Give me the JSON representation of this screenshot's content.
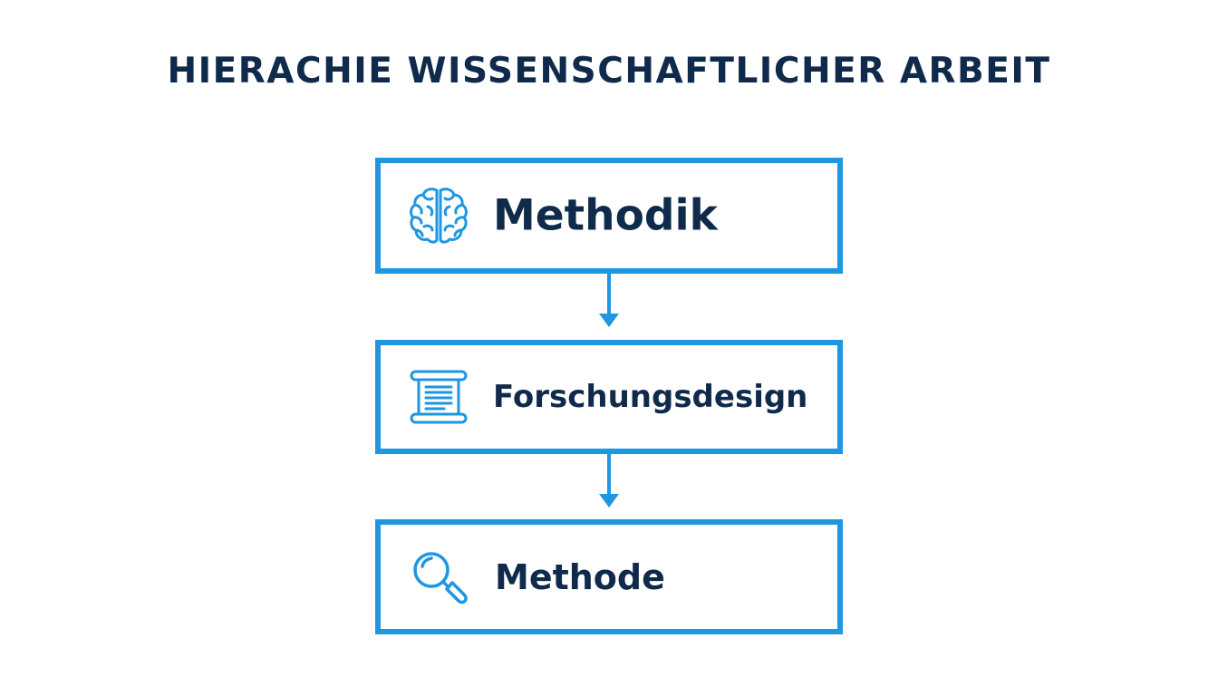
{
  "title": "HIERACHIE WISSENSCHAFTLICHER ARBEIT",
  "colors": {
    "accent": "#1e96e0",
    "text": "#0f2a4a",
    "background": "#ffffff"
  },
  "steps": [
    {
      "label": "Methodik",
      "icon": "brain-icon"
    },
    {
      "label": "Forschungsdesign",
      "icon": "scroll-icon"
    },
    {
      "label": "Methode",
      "icon": "magnifier-icon"
    }
  ]
}
